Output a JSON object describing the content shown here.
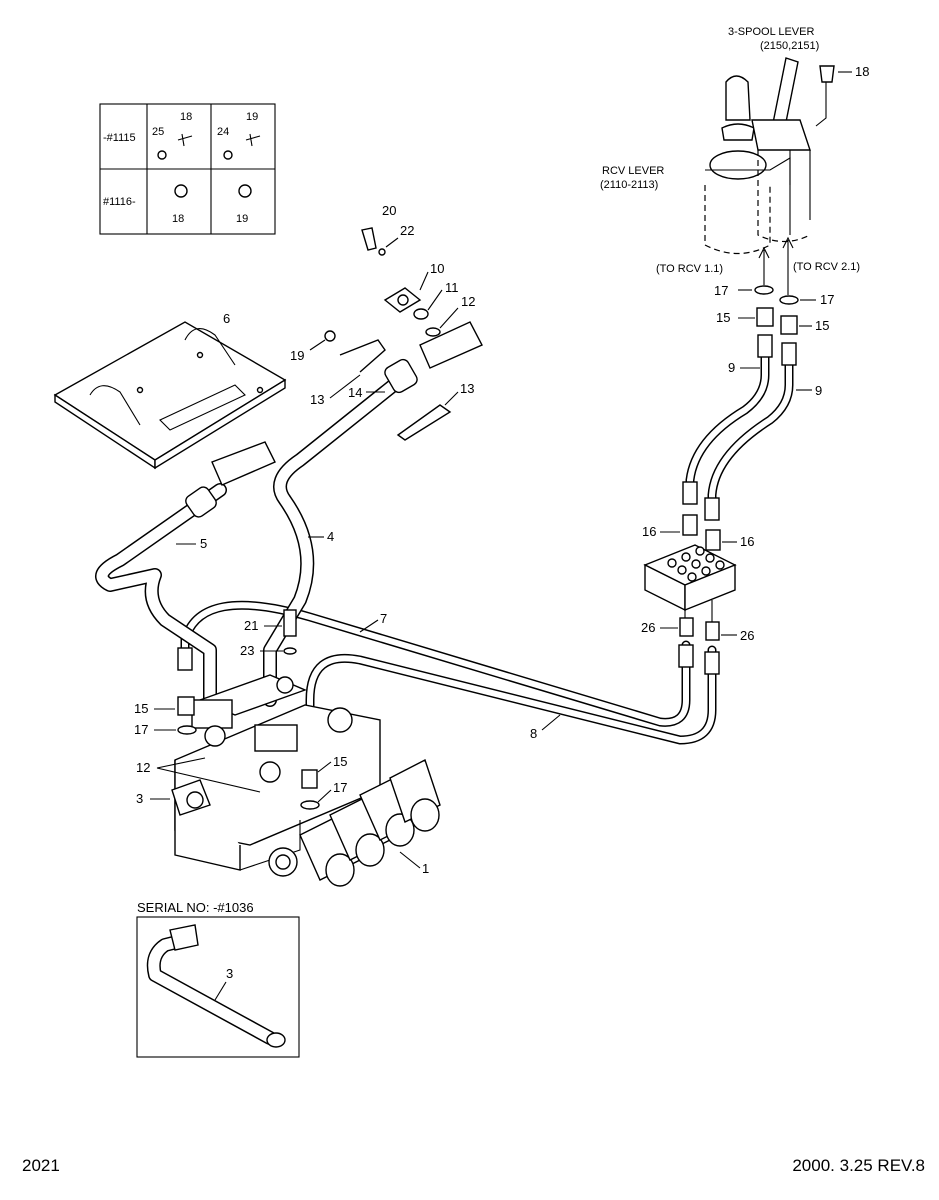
{
  "document": {
    "page_number": "2021",
    "revision": "2000. 3.25 REV.8"
  },
  "lever_assembly": {
    "three_spool_label": "3-SPOOL LEVER",
    "three_spool_parts": "(2150,2151)",
    "rcv_label": "RCV LEVER",
    "rcv_parts": "(2110-2113)",
    "to_rcv_1": "(TO RCV 1.1)",
    "to_rcv_2": "(TO RCV 2.1)"
  },
  "serial_table": {
    "rows": [
      {
        "serial": "-#1115",
        "left": [
          "25",
          "18"
        ],
        "right": [
          "24",
          "19"
        ]
      },
      {
        "serial": "#1116-",
        "left": [
          "18"
        ],
        "right": [
          "19"
        ]
      }
    ]
  },
  "serial_inset": {
    "label": "SERIAL NO: -#1036",
    "part": "3"
  },
  "callouts": {
    "p1": "1",
    "p3": "3",
    "p4": "4",
    "p5": "5",
    "p6": "6",
    "p7": "7",
    "p8": "8",
    "p9a": "9",
    "p9b": "9",
    "p10": "10",
    "p11": "11",
    "p12a": "12",
    "p12b": "12",
    "p13a": "13",
    "p13b": "13",
    "p14": "14",
    "p15a": "15",
    "p15b": "15",
    "p15c": "15",
    "p15d": "15",
    "p16a": "16",
    "p16b": "16",
    "p17a": "17",
    "p17b": "17",
    "p17c": "17",
    "p17d": "17",
    "p18": "18",
    "p19": "19",
    "p20": "20",
    "p21": "21",
    "p22": "22",
    "p23": "23",
    "p26a": "26",
    "p26b": "26"
  }
}
